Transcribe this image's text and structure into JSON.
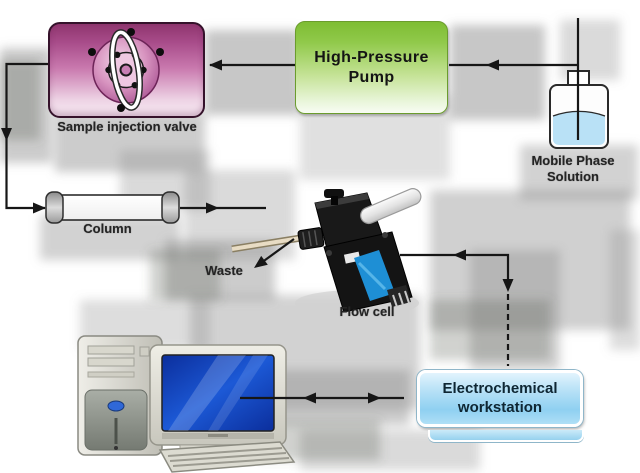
{
  "nodes": {
    "injection_valve": {
      "label": "Sample injection valve"
    },
    "pump": {
      "label": "High-Pressure Pump"
    },
    "mobile_phase": {
      "label": "Mobile Phase Solution"
    },
    "column": {
      "label": "Column"
    },
    "flow_cell": {
      "label": "Flow cell"
    },
    "waste": {
      "label": "Waste"
    },
    "workstation": {
      "label": "Electrochemical workstation"
    },
    "computer": {
      "label": ""
    }
  },
  "connections": [
    {
      "from": "mobile_phase",
      "to": "pump",
      "style": "solid"
    },
    {
      "from": "pump",
      "to": "injection_valve",
      "style": "solid"
    },
    {
      "from": "injection_valve",
      "to": "column",
      "style": "solid"
    },
    {
      "from": "column",
      "to": "flow_cell",
      "style": "solid"
    },
    {
      "from": "flow_cell",
      "to": "waste",
      "style": "solid"
    },
    {
      "from": "flow_cell",
      "to": "workstation",
      "style": "solid-then-dashed",
      "bidirectional": true
    },
    {
      "from": "computer",
      "to": "workstation",
      "style": "solid",
      "bidirectional": true
    }
  ],
  "colors": {
    "valve_box": "#A84C8A",
    "pump_box": "#8CC63F",
    "workstation_box": "#9AD2EE",
    "bottle_liquid": "#B9E1F6",
    "line": "#161616",
    "background": "#FFFFFF"
  }
}
